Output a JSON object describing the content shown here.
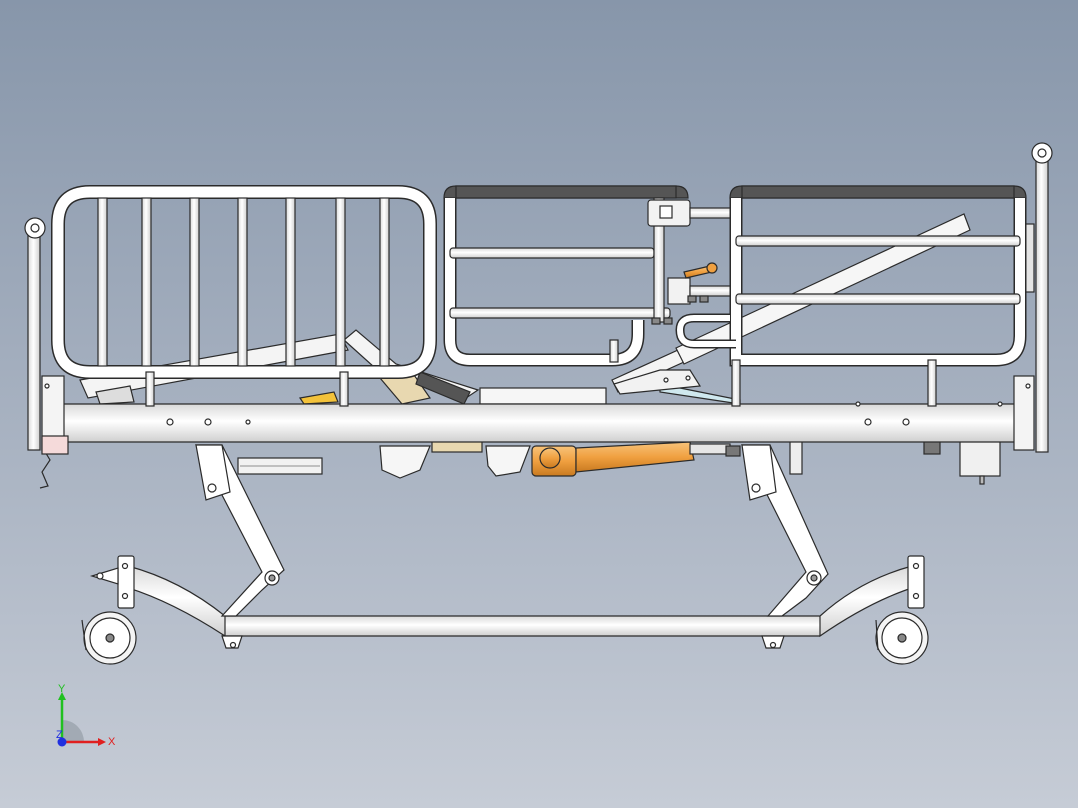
{
  "viewport": {
    "background_top": "#8796aa",
    "background_bottom": "#c6ccd6"
  },
  "model": {
    "line_color": "#2b2b2b",
    "tube_fill": "#ffffff",
    "grip_fill": "#555555",
    "accent_orange": "#f0a040",
    "accent_yellow": "#f3c23a",
    "accent_tan": "#e8d8b0"
  },
  "triad": {
    "x_label": "X",
    "y_label": "Y",
    "z_label": "Z",
    "x_color": "#e02020",
    "y_color": "#20c020",
    "z_color": "#2030e0"
  }
}
